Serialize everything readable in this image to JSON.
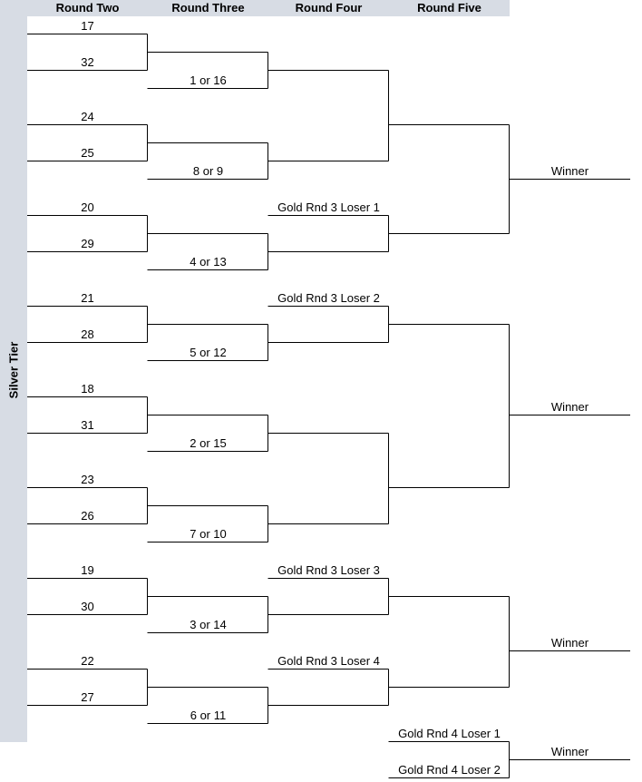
{
  "header": {
    "round_two": "Round Two",
    "round_three": "Round Three",
    "round_four": "Round Four",
    "round_five": "Round Five"
  },
  "sidebar": {
    "label": "Silver Tier"
  },
  "round_two": [
    "17",
    "32",
    "24",
    "25",
    "20",
    "29",
    "21",
    "28",
    "18",
    "31",
    "23",
    "26",
    "19",
    "30",
    "22",
    "27"
  ],
  "round_three": [
    "1 or 16",
    "8 or 9",
    "4 or 13",
    "5 or 12",
    "2 or 15",
    "7 or 10",
    "3 or 14",
    "6 or 11"
  ],
  "round_four": [
    "Gold Rnd 3 Loser 1",
    "Gold Rnd 3 Loser 2",
    "Gold Rnd 3 Loser 3",
    "Gold Rnd 3 Loser 4"
  ],
  "round_five": [
    "Gold Rnd 4 Loser 1",
    "Gold Rnd 4 Loser 2"
  ],
  "winners": [
    "Winner",
    "Winner",
    "Winner",
    "Winner"
  ]
}
